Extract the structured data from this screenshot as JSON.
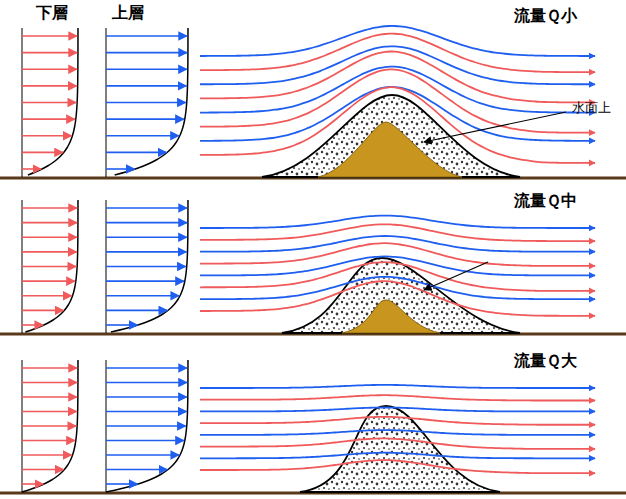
{
  "diagram": {
    "labels": [
      "下層",
      "上層",
      "流量Ｑ小",
      "水面上",
      "流量Ｑ中",
      "流量Ｑ大"
    ]
  }
}
